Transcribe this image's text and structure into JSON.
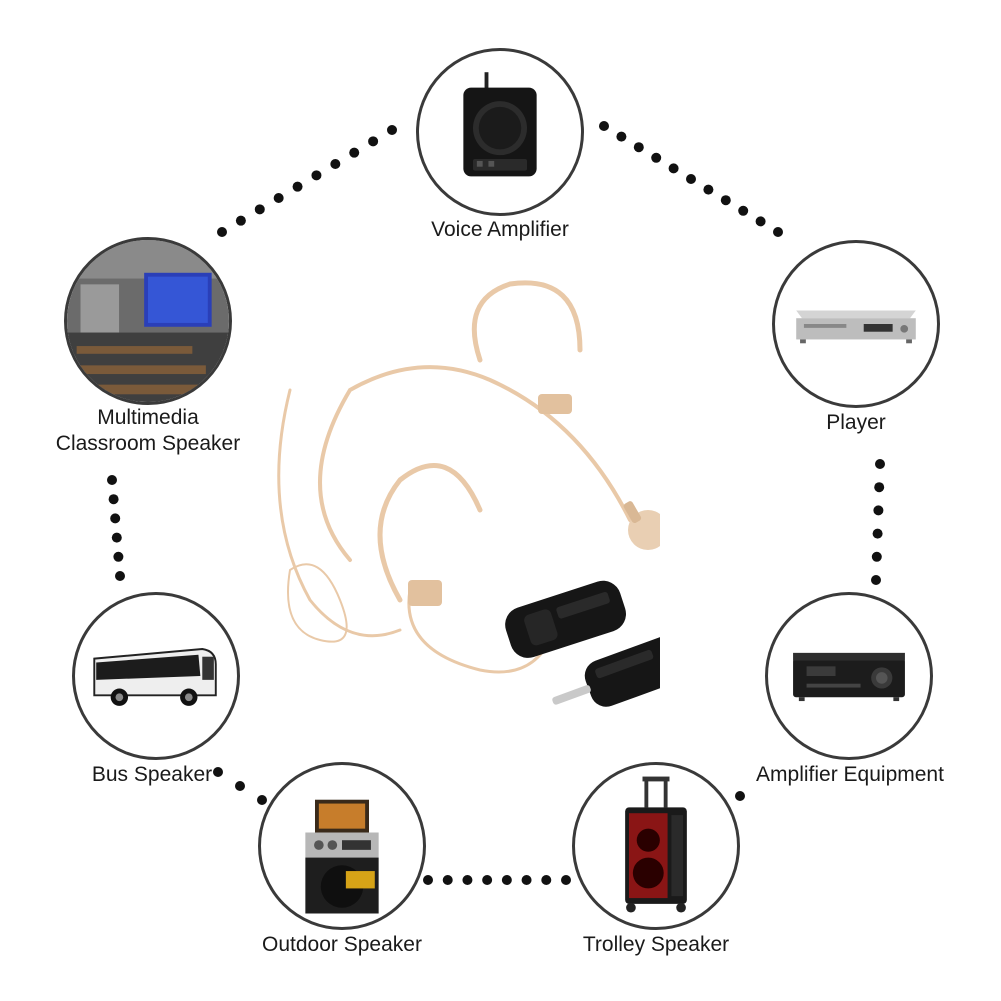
{
  "nodes": [
    {
      "id": "voice-amplifier",
      "label": "Voice Amplifier",
      "icon": "voice-amplifier-icon"
    },
    {
      "id": "player",
      "label": "Player",
      "icon": "dvd-player-icon"
    },
    {
      "id": "amplifier-equipment",
      "label": "Amplifier Equipment",
      "icon": "av-receiver-icon"
    },
    {
      "id": "trolley-speaker",
      "label": "Trolley Speaker",
      "icon": "trolley-speaker-icon"
    },
    {
      "id": "outdoor-speaker",
      "label": "Outdoor Speaker",
      "icon": "outdoor-speaker-icon"
    },
    {
      "id": "bus-speaker",
      "label": "Bus Speaker",
      "icon": "bus-icon"
    },
    {
      "id": "multimedia-classroom",
      "label_line1": "Multimedia",
      "label_line2": "Classroom Speaker",
      "icon": "classroom-icon"
    }
  ],
  "center": {
    "icon": "wireless-headset-microphone-icon"
  },
  "colors": {
    "ring": "#3a3a3a",
    "dot": "#111111",
    "skin": "#e9c9a8",
    "device": "#161616"
  }
}
